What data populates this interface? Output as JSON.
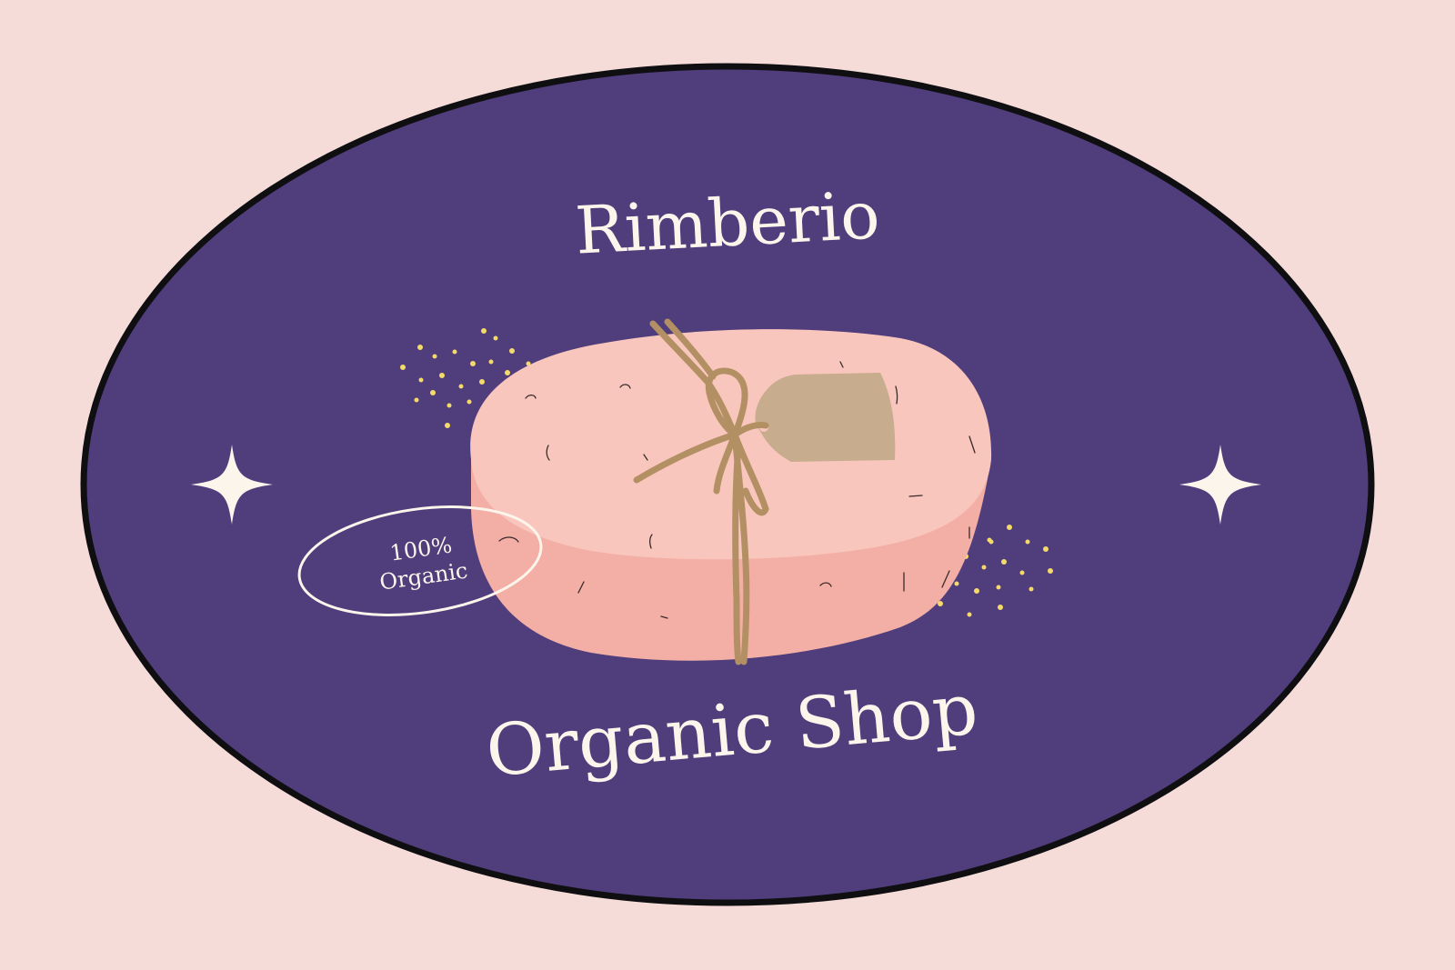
{
  "brand": {
    "name": "Rimberio",
    "tagline": "Organic Shop"
  },
  "badge": {
    "line1": "100%",
    "line2": "Organic"
  },
  "colors": {
    "background": "#f6dcd9",
    "oval_fill": "#503d7b",
    "oval_stroke": "#0f0f12",
    "text": "#fbf5ec",
    "soap_top": "#f8c6bd",
    "soap_side": "#f3afa5",
    "twine": "#b39063",
    "tag": "#c7ac8d",
    "sparkle": "#fbf5ec",
    "dots": "#f3da6a"
  },
  "icons": {
    "left_sparkle": "sparkle-icon",
    "right_sparkle": "sparkle-icon",
    "soap": "soap-bar-icon"
  }
}
